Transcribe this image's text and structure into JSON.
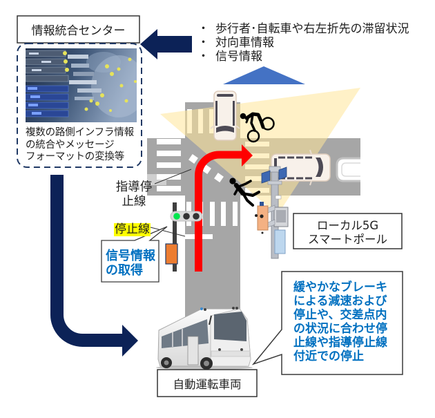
{
  "center": {
    "title": "情報統合センター",
    "caption_lines": [
      "複数の路側インフラ情報",
      "の統合やメッセージ",
      "フォーマットの変換等"
    ]
  },
  "shared_info": {
    "bullet_glyph": "・",
    "items": [
      "歩行者･自転車や右左折先の滞留状況",
      "対向車情報",
      "信号情報"
    ]
  },
  "labels": {
    "guide_stop_line": [
      "指導停",
      "止線"
    ],
    "stop_line": "停止線",
    "signal_info": [
      "信号情報",
      "の取得"
    ],
    "smart_pole": [
      "ローカル5G",
      "スマートポール"
    ],
    "vehicle": "自動運転車両"
  },
  "vehicle_action": [
    "緩やかなブレーキ",
    "による減速および",
    "停止や、交差点内",
    "の状況に合わせ停",
    "止線や指導停止線",
    "付近での停止"
  ],
  "traffic_signal": {
    "lamps": [
      "green",
      "off",
      "off"
    ]
  },
  "icons": {
    "center_image": "server-rack-photo",
    "vehicle_image": "autonomous-bus-photo",
    "pole": "smart-pole-icon",
    "signal": "traffic-signal-icon",
    "road_users": [
      "oncoming-car-icon",
      "cyclist-icon",
      "pedestrian-icon",
      "van-icon"
    ]
  },
  "colors": {
    "flow_arrow": "#0c2257",
    "uplink_triangle": "#4472c4",
    "route_arrow": "#ff0000",
    "callout_text": "#0070c0",
    "stop_line_highlight": "#ffff00",
    "sensor_coverage": "#ffe699",
    "road": "#a6a6a6",
    "signal_green": "#00e64d",
    "dashed_border": "#1f3864"
  }
}
